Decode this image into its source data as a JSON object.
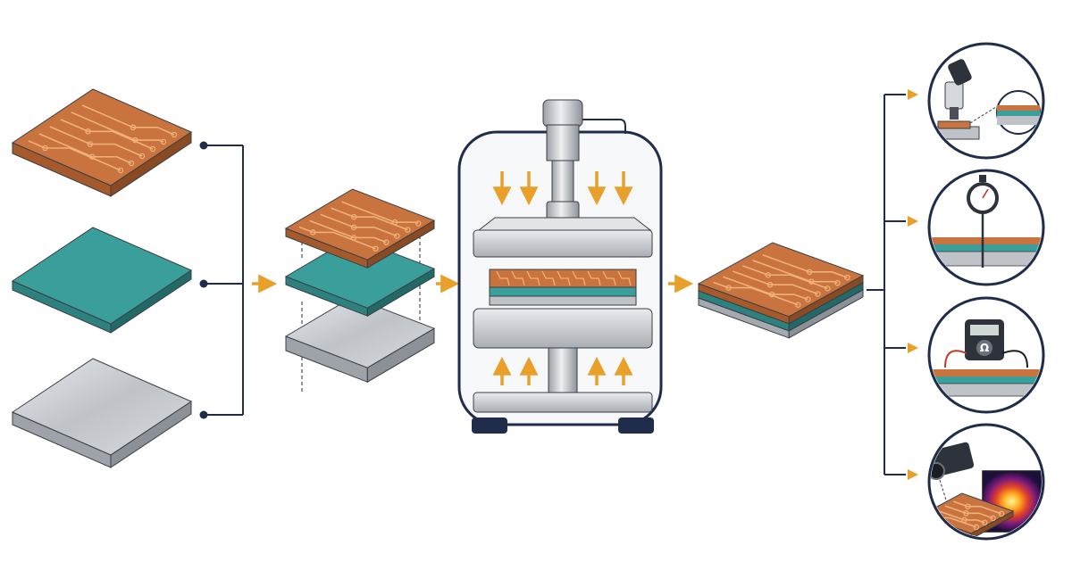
{
  "diagram": {
    "stages": [
      {
        "id": "input-layers",
        "items": [
          "copper-circuit-layer",
          "dielectric-layer",
          "metal-base-layer"
        ]
      },
      {
        "id": "stacked-layers"
      },
      {
        "id": "hydraulic-press"
      },
      {
        "id": "laminated-board"
      },
      {
        "id": "inspection",
        "items": [
          "microscope-inspection",
          "thickness-gauge-test",
          "multimeter-resistance-test",
          "thermal-imaging-test"
        ]
      }
    ],
    "meter_symbol": "Ω"
  },
  "colors": {
    "copper": "#c9743f",
    "copper_dark": "#8a4a22",
    "trace": "#f0b07a",
    "teal": "#3a9e9a",
    "teal_dark": "#226a67",
    "steel": "#bfc3c8",
    "steel_dark": "#8c9197",
    "navy": "#1f2d4a",
    "arrow": "#e8a02a"
  }
}
